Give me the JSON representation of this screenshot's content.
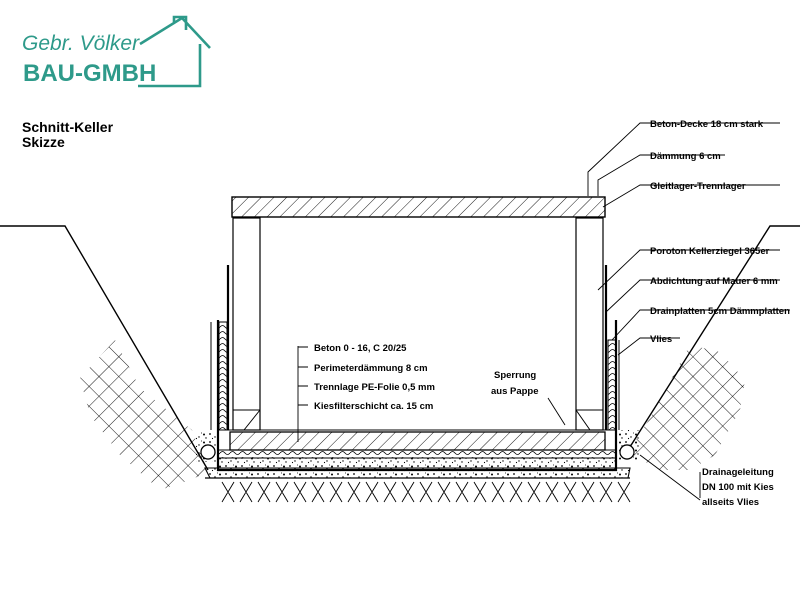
{
  "logo": {
    "line1": "Gebr. Völker",
    "line2": "BAU-GMBH",
    "color": "#2e9a8a"
  },
  "title": {
    "line1": "Schnitt-Keller",
    "line2": "Skizze"
  },
  "labels": {
    "beton_decke": "Beton-Decke 18 cm stark",
    "daemmung": "Dämmung 6 cm",
    "gleitlager": "Gleitlager-Trennlager",
    "poroton": "Poroton Kellerziegel 365er",
    "abdichtung": "Abdichtung auf Mauer 6 mm",
    "drainplatten": "Drainplatten 5cm Dämmplatten",
    "vlies": "Vlies",
    "beton_boden": "Beton 0 - 16, C 20/25",
    "perimeter": "Perimeterdämmung 8 cm",
    "trennlage": "Trennlage PE-Folie 0,5 mm",
    "kiesfilter": "Kiesfilterschicht ca. 15 cm",
    "sperrung_1": "Sperrung",
    "sperrung_2": "aus Pappe",
    "drain_1": "Drainageleitung",
    "drain_2": "DN 100 mit Kies",
    "drain_3": "allseits Vlies"
  }
}
